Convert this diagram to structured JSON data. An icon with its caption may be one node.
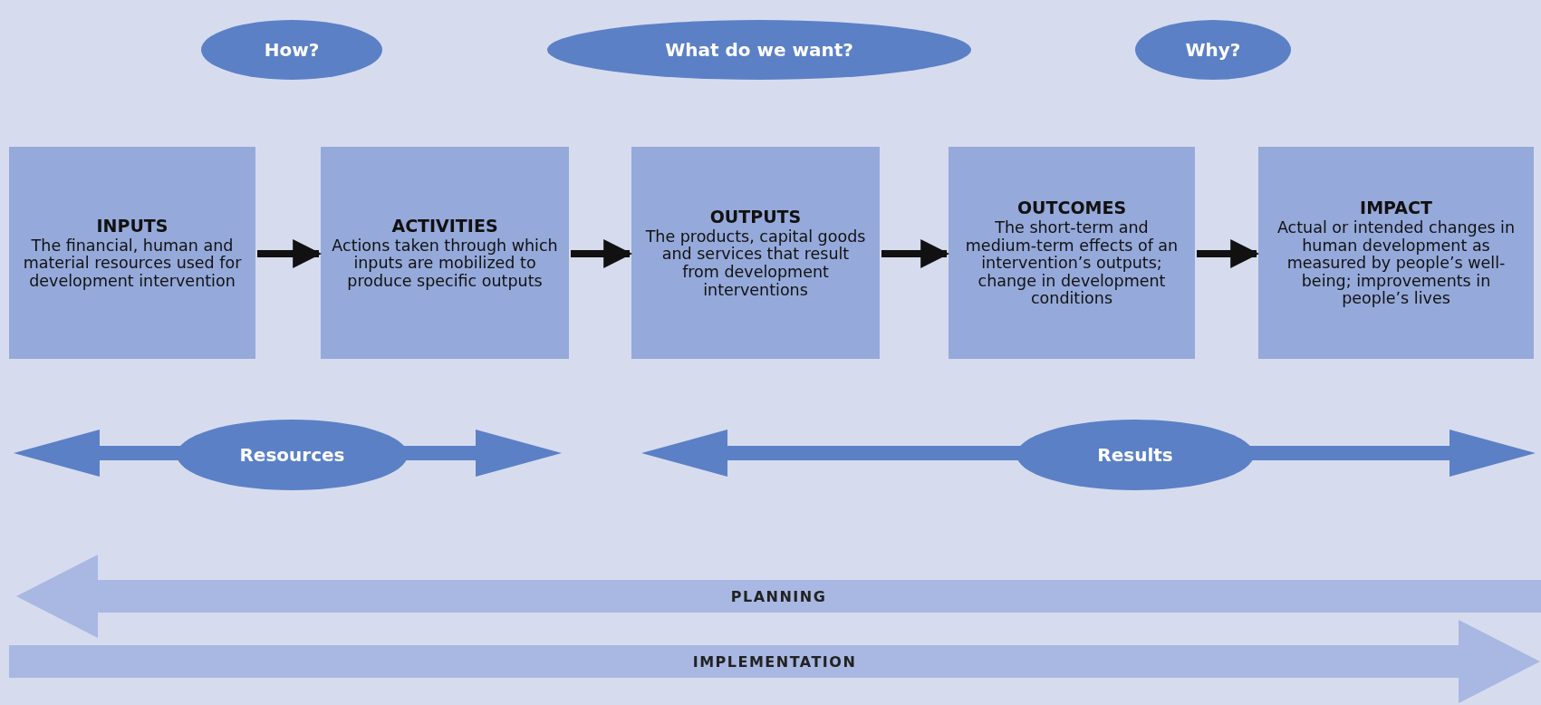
{
  "diagram": {
    "nodes": [
      {
        "text": [
          "How?"
        ]
      },
      {
        "text": [
          "What do we want?"
        ]
      },
      {
        "text": [
          "Why?"
        ]
      },
      {
        "text": [
          "INPUTS",
          "The financial, human and material resources used for development intervention"
        ]
      },
      {
        "text": [
          "ACTIVITIES",
          "Actions taken through which inputs are mobilized to produce specific outputs"
        ]
      },
      {
        "text": [
          "OUTPUTS",
          "The products, capital goods and services that result from development interventions"
        ]
      },
      {
        "text": [
          "OUTCOMES",
          "The short-term and medium-term effects of an intervention’s outputs; change in development conditions"
        ]
      },
      {
        "text": [
          "IMPACT",
          "Actual or intended changes in human development as measured by people’s well-being; improvements in people’s lives"
        ]
      },
      {
        "text": [
          "Resources"
        ]
      },
      {
        "text": [
          "Results"
        ]
      },
      {
        "text": [
          "PLANNING"
        ]
      },
      {
        "text": [
          "IMPLEMENTATION"
        ]
      }
    ],
    "edges": [
      {
        "from": 3,
        "to": 4,
        "arrow": "to"
      },
      {
        "from": 4,
        "to": 5,
        "arrow": "to"
      },
      {
        "from": 5,
        "to": 6,
        "arrow": "to"
      },
      {
        "from": 6,
        "to": 7,
        "arrow": "to"
      }
    ]
  }
}
